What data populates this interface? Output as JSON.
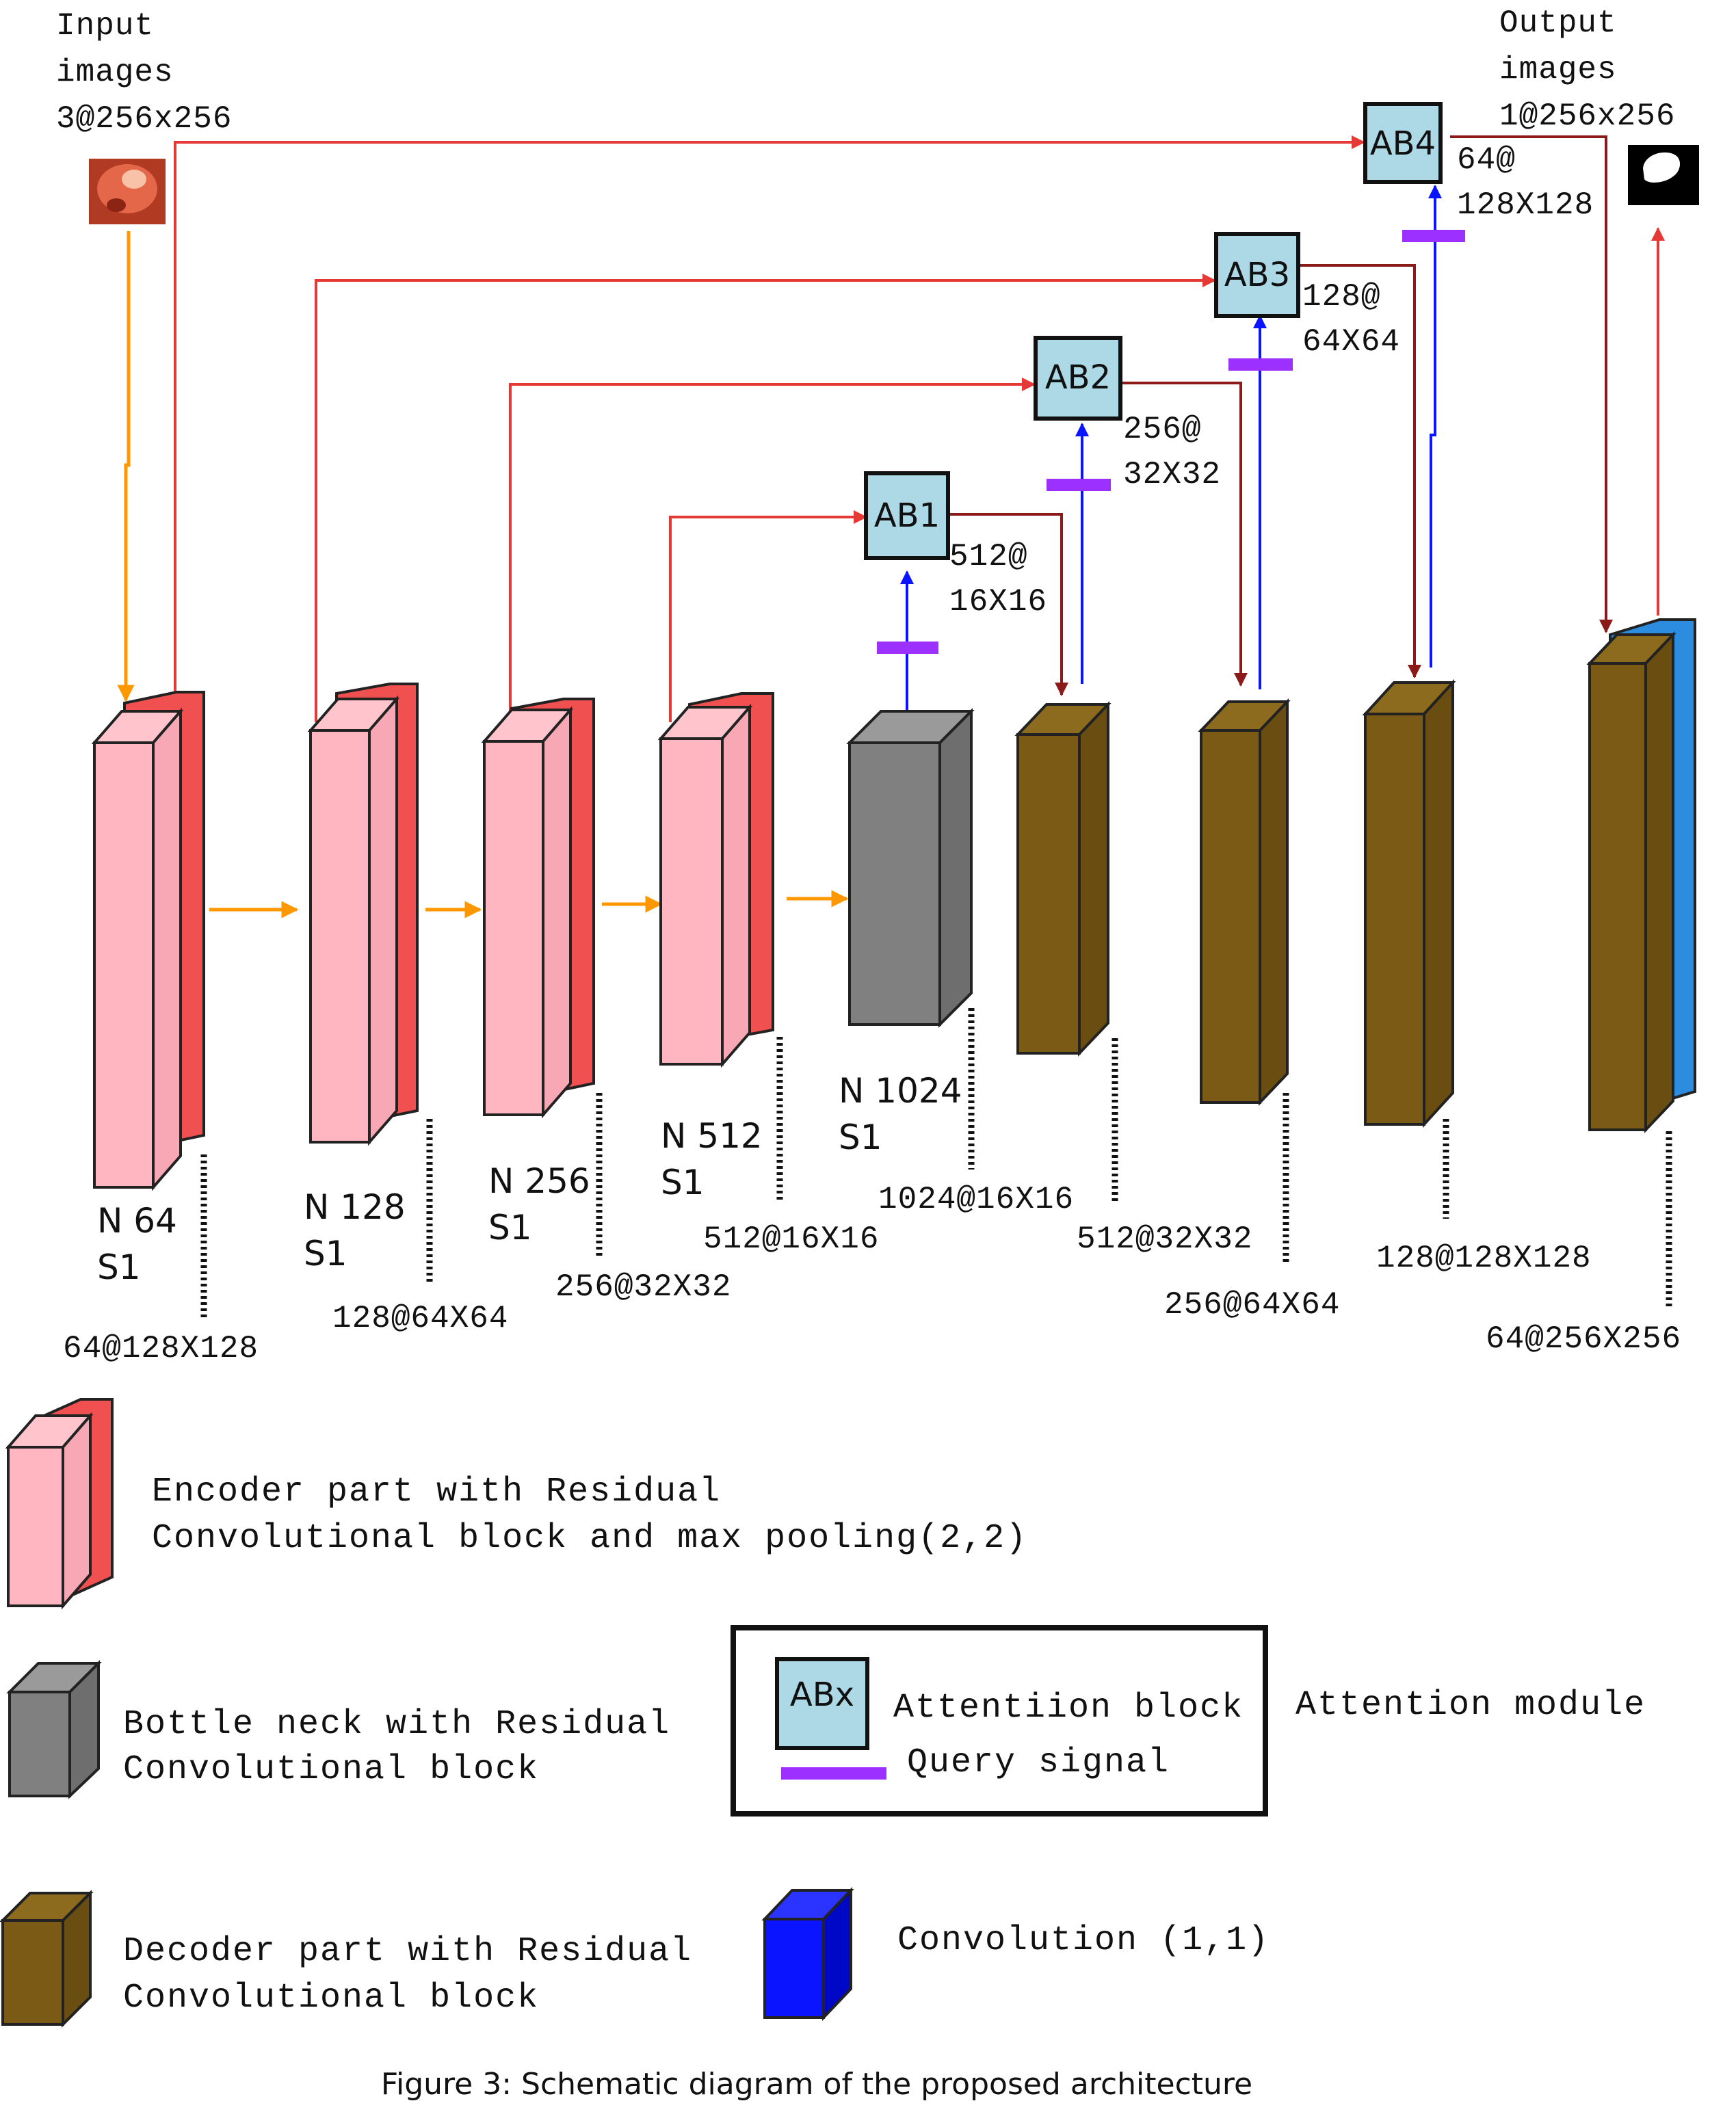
{
  "input": {
    "line1": "Input",
    "line2": "images",
    "dims": "3@256x256"
  },
  "output": {
    "line1": "Output",
    "line2": "images",
    "dims": "1@256x256"
  },
  "encoder": [
    {
      "n": "N 64",
      "s": "S1",
      "dim": "64@128X128"
    },
    {
      "n": "N 128",
      "s": "S1",
      "dim": "128@64X64"
    },
    {
      "n": "N 256",
      "s": "S1",
      "dim": "256@32X32"
    },
    {
      "n": "N 512",
      "s": "S1",
      "dim": "512@16X16"
    }
  ],
  "bottleneck": {
    "n": "N 1024",
    "s": "S1",
    "dim": "1024@16X16"
  },
  "decoder": [
    {
      "dim": "512@32X32"
    },
    {
      "dim": "256@64X64"
    },
    {
      "dim": "128@128X128"
    },
    {
      "dim": "64@256X256"
    }
  ],
  "attention": [
    {
      "label": "AB1",
      "dim1": "512@",
      "dim2": "16X16"
    },
    {
      "label": "AB2",
      "dim1": "256@",
      "dim2": "32X32"
    },
    {
      "label": "AB3",
      "dim1": "128@",
      "dim2": "64X64"
    },
    {
      "label": "AB4",
      "dim1": "64@",
      "dim2": "128X128"
    }
  ],
  "legend": {
    "encoder": {
      "line1": "Encoder part with Residual",
      "line2": "Convolutional block and max pooling(2,2)"
    },
    "bottleneck": {
      "line1": "Bottle neck with Residual",
      "line2": "Convolutional block"
    },
    "attention_block_label": "ABx",
    "attention_block": "Attentiion block",
    "query_signal": "Query signal",
    "attention_module": "Attention module",
    "decoder": {
      "line1": "Decoder part with Residual",
      "line2": "Convolutional block"
    },
    "convolution": "Convolution (1,1)"
  },
  "caption": "Figure 3: Schematic diagram of the proposed architecture",
  "colors": {
    "encoder_front": "#ffb6c1",
    "encoder_red": "#f05050",
    "bottleneck": "#808080",
    "decoder": "#7a5a14",
    "attention_fill": "#add8e6",
    "query_bar": "#9b30ff",
    "skip_arrow": "#e53935",
    "decoder_arrow": "#8b1a1a",
    "up_arrow": "#0a14ff",
    "down_arrow": "#ff9800",
    "conv_blue": "#2b8ce0",
    "legend_conv": "#0a14ff"
  }
}
